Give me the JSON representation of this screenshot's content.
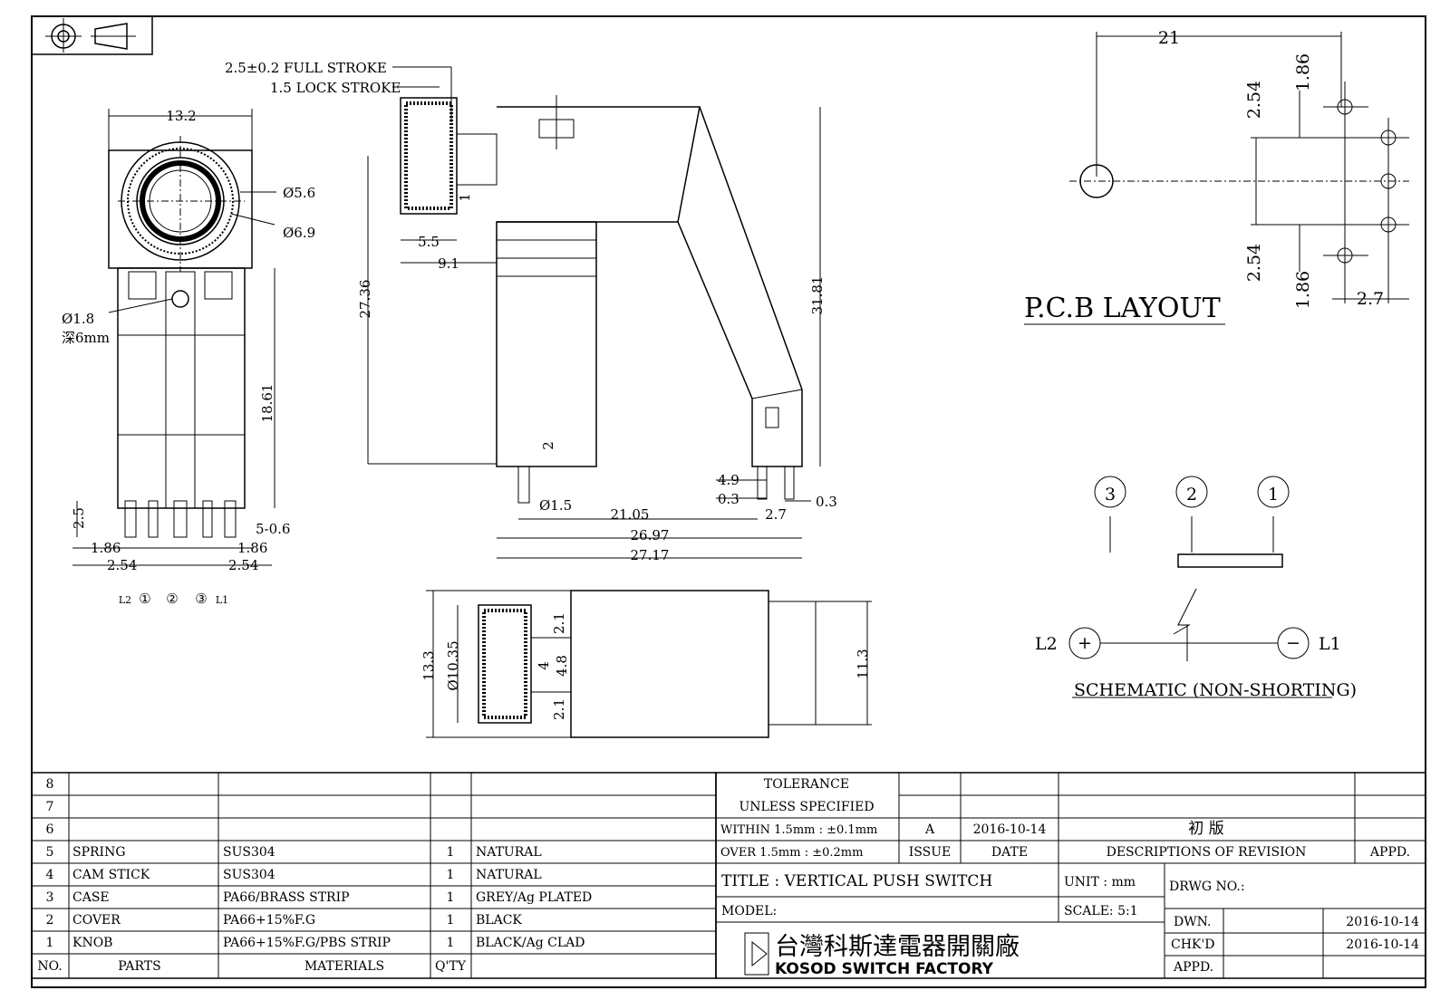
{
  "projection_symbol": "third-angle-projection-icon",
  "front_view": {
    "width": "13.2",
    "d1": "Ø5.6",
    "d2": "Ø6.9",
    "hole": "Ø1.8",
    "hole_depth": "深6mm",
    "height": "18.61",
    "pin_offset": "2.5",
    "pin_width": "5-0.6",
    "left_pitch_a": "1.86",
    "left_pitch_b": "2.54",
    "right_pitch_a": "1.86",
    "right_pitch_b": "2.54",
    "pin_labels": [
      "L2",
      "①",
      "②",
      "③",
      "L1"
    ]
  },
  "side_view": {
    "full_stroke": "2.5±0.2 FULL STROKE",
    "lock_stroke": "1.5 LOCK STROKE",
    "knob_len": "5.5",
    "knob_offset": "9.1",
    "one": "1",
    "height_a": "27.36",
    "height_b": "31.81",
    "pin_len": "2",
    "pin_dia": "Ø1.5",
    "pin_gap": "21.05",
    "pitch": "2.7",
    "w1": "4.9",
    "w2": "0.3",
    "w3": "0.3",
    "len_a": "26.97",
    "len_b": "27.17"
  },
  "top_view": {
    "h1": "13.3",
    "h2": "Ø10.35",
    "a": "2.1",
    "b": "4",
    "c": "4.8",
    "d": "2.1",
    "h3": "11.3"
  },
  "pcb": {
    "title": "P.C.B LAYOUT",
    "span": "21",
    "p1": "1.86",
    "p2": "2.54",
    "p3": "2.54",
    "p4": "1.86",
    "p5": "2.7"
  },
  "schematic": {
    "title": "SCHEMATIC (NON-SHORTING)",
    "t3": "3",
    "t2": "2",
    "t1": "1",
    "l2": "L2",
    "l1": "L1",
    "plus": "+",
    "minus": "−"
  },
  "bom": [
    {
      "no": "8",
      "part": "",
      "material": "",
      "qty": "",
      "finish": ""
    },
    {
      "no": "7",
      "part": "",
      "material": "",
      "qty": "",
      "finish": ""
    },
    {
      "no": "6",
      "part": "",
      "material": "",
      "qty": "",
      "finish": ""
    },
    {
      "no": "5",
      "part": "SPRING",
      "material": "SUS304",
      "qty": "1",
      "finish": "NATURAL"
    },
    {
      "no": "4",
      "part": "CAM STICK",
      "material": "SUS304",
      "qty": "1",
      "finish": "NATURAL"
    },
    {
      "no": "3",
      "part": "CASE",
      "material": "PA66/BRASS STRIP",
      "qty": "1",
      "finish": "GREY/Ag PLATED"
    },
    {
      "no": "2",
      "part": "COVER",
      "material": "PA66+15%F.G",
      "qty": "1",
      "finish": "BLACK"
    },
    {
      "no": "1",
      "part": "KNOB",
      "material": "PA66+15%F.G/PBS STRIP",
      "qty": "1",
      "finish": "BLACK/Ag CLAD"
    }
  ],
  "bom_header": {
    "no": "NO.",
    "parts": "PARTS",
    "materials": "MATERIALS",
    "qty": "Q'TY"
  },
  "tolerance": {
    "title": "TOLERANCE",
    "subtitle": "UNLESS SPECIFIED",
    "line1": "WITHIN 1.5mm : ±0.1mm",
    "line2": "OVER 1.5mm : ±0.2mm"
  },
  "revision": {
    "issue": "A",
    "date": "2016-10-14",
    "desc": "初 版",
    "issue_label": "ISSUE",
    "date_label": "DATE",
    "desc_label": "DESCRIPTIONS OF REVISION",
    "appd_label": "APPD."
  },
  "title_block": {
    "title": "TITLE :  VERTICAL PUSH SWITCH",
    "model": "MODEL:",
    "unit": "UNIT :  mm",
    "scale": "SCALE:  5:1",
    "drwg": "DRWG NO.:",
    "dwn": "DWN.",
    "chkd": "CHK'D",
    "appd": "APPD.",
    "dwn_date": "2016-10-14",
    "chkd_date": "2016-10-14",
    "company_cn": "台灣科斯達電器開關廠",
    "company_en": "KOSOD SWITCH FACTORY"
  }
}
